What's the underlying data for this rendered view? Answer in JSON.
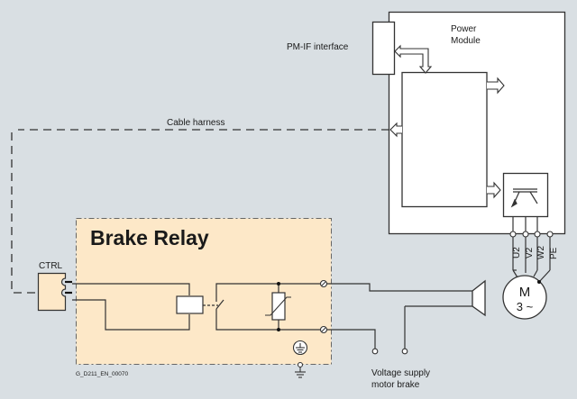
{
  "diagram": {
    "title": "Brake Relay",
    "figure_id": "G_D211_EN_00070",
    "colors": {
      "background": "#d9dfe3",
      "relay_fill": "#fde8c8",
      "line": "#333333",
      "box_fill": "#ffffff"
    },
    "labels": {
      "power_module_line1": "Power",
      "power_module_line2": "Module",
      "pm_if": "PM-IF interface",
      "cable_harness": "Cable harness",
      "ctrl": "CTRL",
      "brake_relay": "Brake Relay",
      "voltage_supply_line1": "Voltage supply",
      "voltage_supply_line2": "motor brake",
      "motor_line1": "M",
      "motor_line2": "3 ~",
      "terminal_u2": "U2",
      "terminal_v2": "V2",
      "terminal_w2": "W2",
      "terminal_pe": "PE",
      "figure_id": "G_D211_EN_00070"
    },
    "components": [
      {
        "name": "Power Module",
        "icon": "power-module-box"
      },
      {
        "name": "PM-IF interface",
        "icon": "interface-connector"
      },
      {
        "name": "Inverter",
        "icon": "transistor-icon"
      },
      {
        "name": "CTRL connector",
        "icon": "plug-connector"
      },
      {
        "name": "Relay coil",
        "icon": "relay-coil-icon"
      },
      {
        "name": "Relay contact",
        "icon": "switch-contact-icon"
      },
      {
        "name": "Varistor",
        "icon": "varistor-icon"
      },
      {
        "name": "Motor brake",
        "icon": "brake-icon"
      },
      {
        "name": "Motor",
        "icon": "motor-icon"
      },
      {
        "name": "Protective earth",
        "icon": "ground-icon"
      }
    ]
  }
}
